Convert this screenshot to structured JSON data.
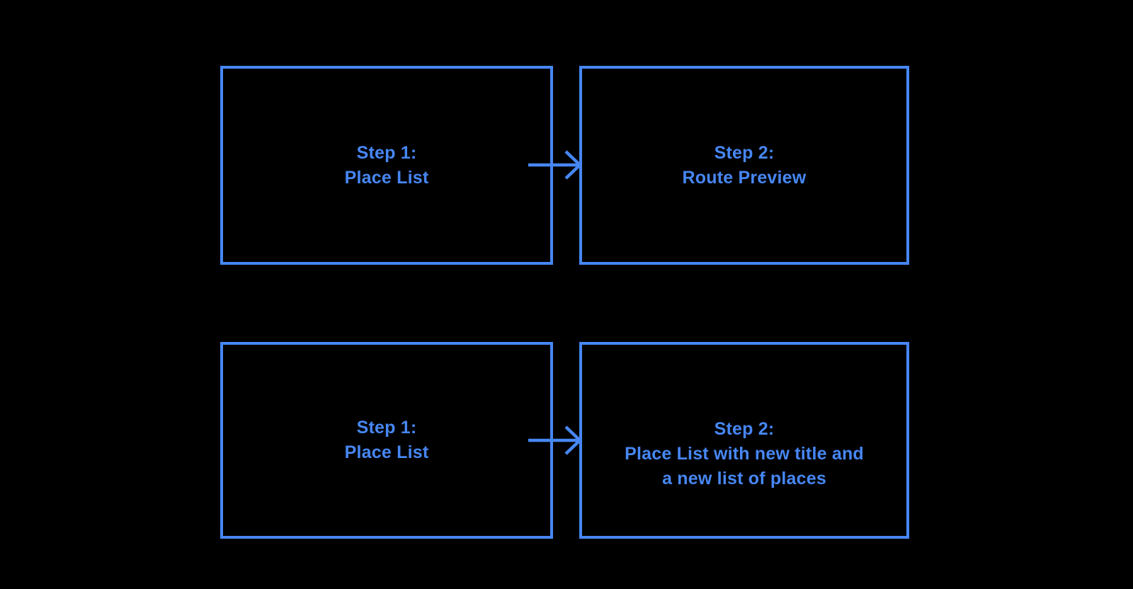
{
  "page": {
    "background_color": "#000000",
    "accent_color": "#4787F4"
  },
  "diagram": {
    "rows": [
      {
        "source": {
          "lines": [
            "Step 1:",
            "Place List"
          ]
        },
        "arrow": "right-arrow",
        "target": {
          "lines": [
            "Step 2:",
            "Route Preview"
          ]
        }
      },
      {
        "source": {
          "lines": [
            "Step 1:",
            "Place List"
          ]
        },
        "arrow": "right-arrow",
        "target": {
          "lines": [
            "Step 2:",
            "Place List with new title and",
            "a new list of places"
          ]
        }
      }
    ]
  }
}
